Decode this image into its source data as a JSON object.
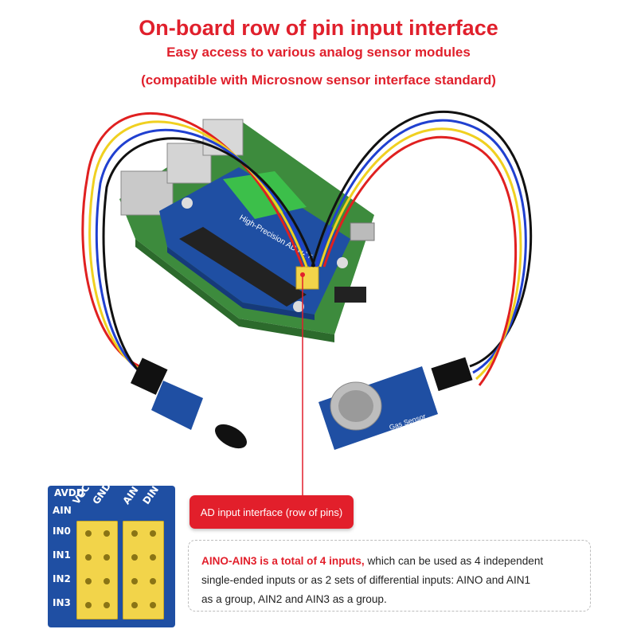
{
  "header": {
    "title": "On-board row of pin input interface",
    "subtitle_line1": "Easy access to various analog sensor modules",
    "subtitle_line2": "(compatible with Microsnow sensor interface standard)"
  },
  "board": {
    "silkscreen": "High-Precision AD HAT"
  },
  "gas_sensor": {
    "label": "Gas Sensor"
  },
  "pin_caption": {
    "text": "AD input interface (row of pins)"
  },
  "pin_panel": {
    "top_label": "AVDD",
    "row_labels": [
      "AIN",
      "IN0",
      "IN1",
      "IN2",
      "IN3"
    ],
    "column_labels": [
      "VCC",
      "GND",
      "AIN",
      "DIN"
    ]
  },
  "description": {
    "highlight": "AINO-AIN3 is a total of 4 inputs,",
    "text_line1": " which can be used as 4 independent",
    "text_line2": "single-ended inputs or as 2 sets of differential inputs: AINO and AIN1",
    "text_line3": "as a group, AIN2 and AIN3 as a group."
  },
  "colors": {
    "accent_red": "#e21f2b",
    "board_green": "#3a8a3a",
    "hat_blue": "#1f4fa3",
    "wire_red": "#e02020",
    "wire_yellow": "#f0d020",
    "wire_blue": "#2040d0",
    "wire_black": "#111111"
  }
}
